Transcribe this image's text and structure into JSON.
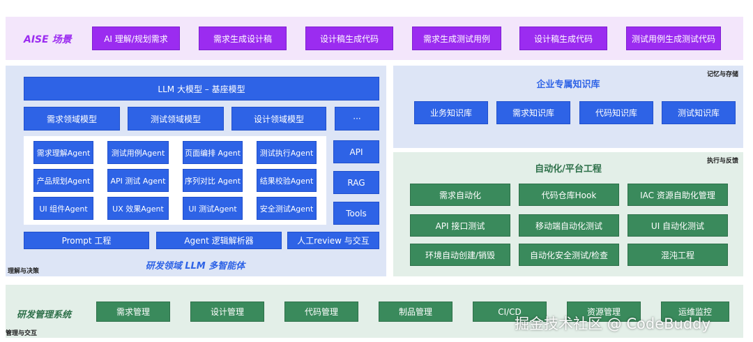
{
  "scene": {
    "title": "AISE 场景",
    "items": [
      "AI 理解/规划需求",
      "需求生成设计稿",
      "设计稿生成代码",
      "需求生成测试用例",
      "设计稿生成代码",
      "测试用例生成测试代码"
    ]
  },
  "llm": {
    "base": "LLM 大模型 – 基座模型",
    "domains": [
      "需求领域模型",
      "测试领域模型",
      "设计领域模型",
      "···"
    ],
    "agents": [
      [
        "需求理解Agent",
        "测试用例Agent",
        "页面编排 Agent",
        "测试执行Agent"
      ],
      [
        "产品规划Agent",
        "API 测试 Agent",
        "序列对比 Agent",
        "结果校验Agent"
      ],
      [
        "UI 组件Agent",
        "UX 效果Agent",
        "UI 测试Agent",
        "安全测试Agent"
      ]
    ],
    "side": [
      "API",
      "RAG",
      "Tools"
    ],
    "bottom": [
      "Prompt 工程",
      "Agent 逻辑解析器",
      "人工review 与交互"
    ],
    "title": "研发领域 LLM 多智能体",
    "caption": "理解与决策"
  },
  "kb": {
    "caption": "记忆与存储",
    "title": "企业专属知识库",
    "items": [
      "业务知识库",
      "需求知识库",
      "代码知识库",
      "测试知识库"
    ]
  },
  "auto": {
    "caption": "执行与反馈",
    "title": "自动化/平台工程",
    "items": [
      [
        "需求自动化",
        "代码仓库Hook",
        "IAC 资源自助化管理"
      ],
      [
        "API 接口测试",
        "移动端自动化测试",
        "UI 自动化测试"
      ],
      [
        "环境自动创建/销毁",
        "自动化安全测试/检查",
        "混沌工程"
      ]
    ]
  },
  "mgmt": {
    "title": "研发管理系统",
    "items": [
      "需求管理",
      "设计管理",
      "代码管理",
      "制品管理",
      "CI/CD",
      "资源管理",
      "运维监控"
    ],
    "caption": "管理与交互"
  },
  "watermark": "掘金技术社区 @ CodeBuddy"
}
